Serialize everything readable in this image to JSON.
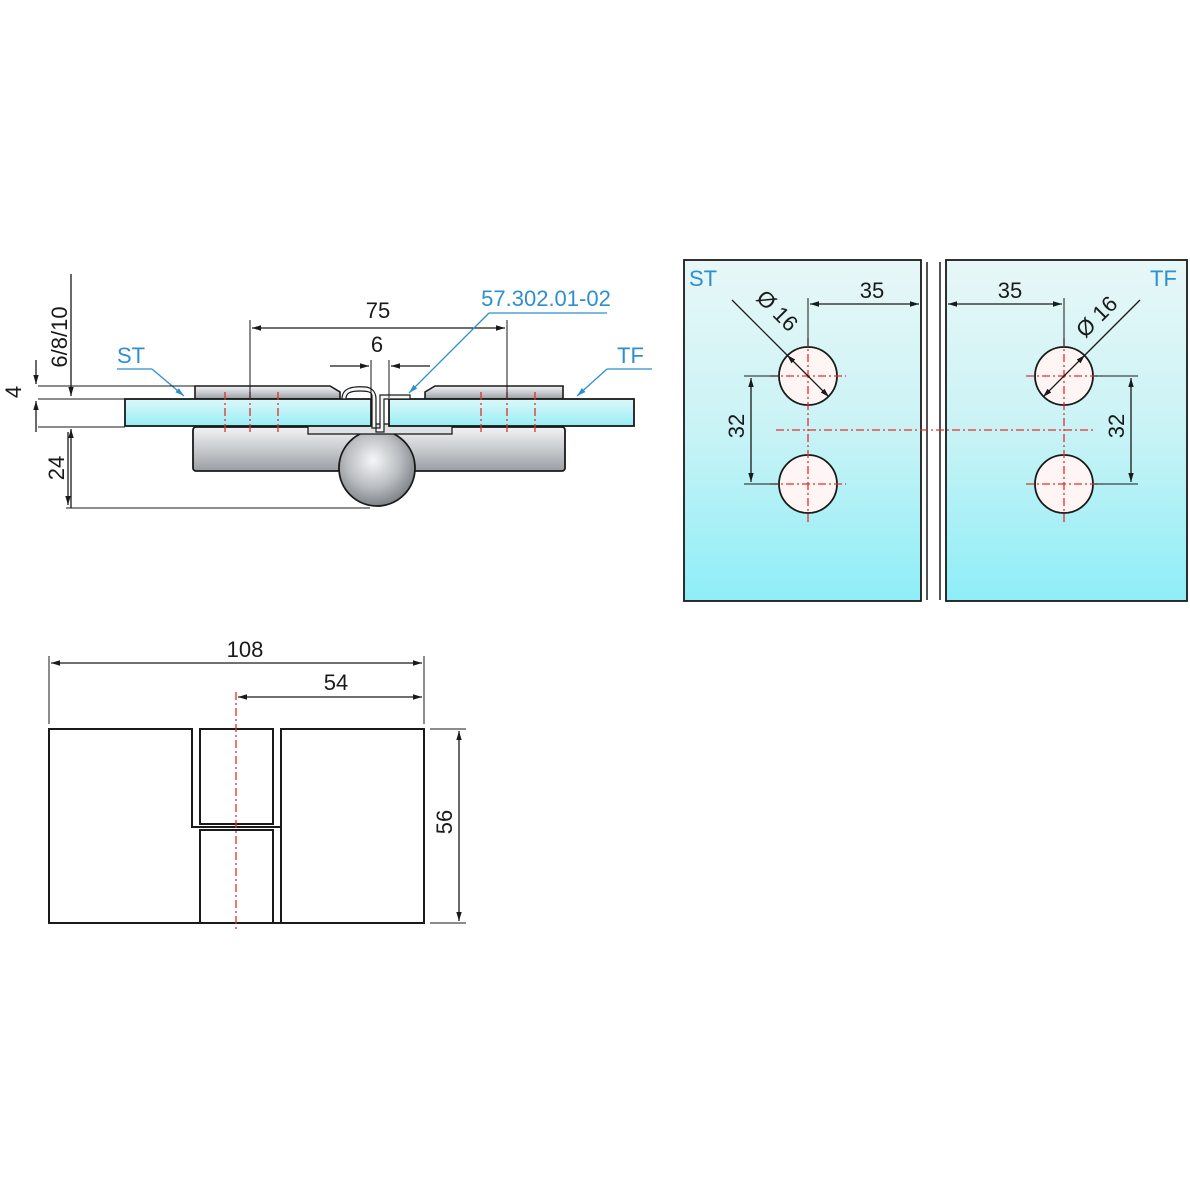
{
  "labels": {
    "st": "ST",
    "tf": "TF",
    "part_number": "57.302.01-02"
  },
  "section_view": {
    "dim_75": "75",
    "dim_6": "6",
    "dim_thickness": "6/8/10",
    "dim_4": "4",
    "dim_24": "24"
  },
  "glass_view": {
    "left": {
      "label": "ST",
      "dim_35": "35",
      "dim_dia": "Ø 16",
      "dim_32": "32"
    },
    "right": {
      "label": "TF",
      "dim_35": "35",
      "dim_dia": "Ø 16",
      "dim_32": "32"
    }
  },
  "front_view": {
    "dim_108": "108",
    "dim_54": "54",
    "dim_56": "56"
  },
  "colors": {
    "glass_top": "#e8f7f7",
    "glass_bottom": "#8eeef7",
    "centerline": "#e0302a",
    "callout": "#2e8fd0"
  }
}
